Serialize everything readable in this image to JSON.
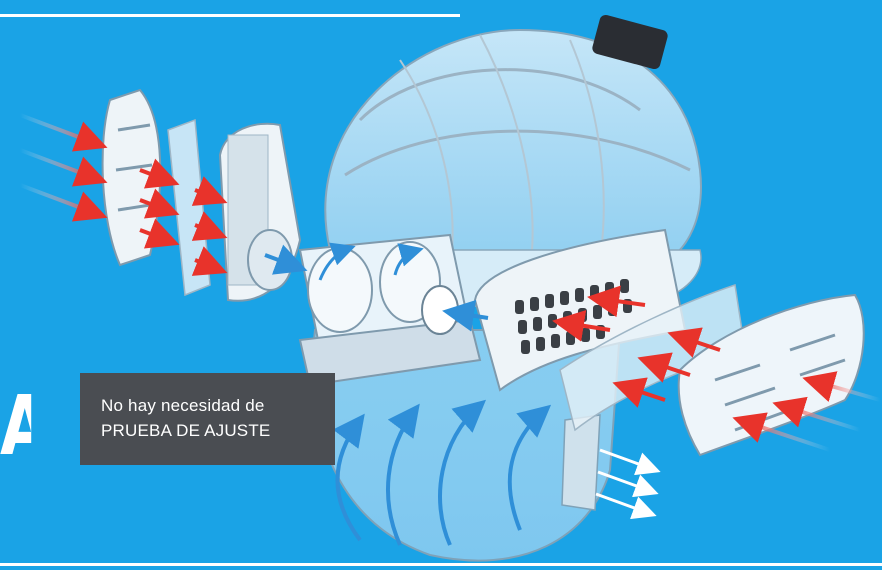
{
  "headline_fragment": "A",
  "callout": {
    "line1": "No hay necesidad de",
    "line2": "PRUEBA DE AJUSTE"
  },
  "colors": {
    "background": "#1aa3e6",
    "callout_box": "#4a4d52",
    "text": "#ffffff",
    "inflow_arrow": "#e8332b",
    "airflow_arrow": "#2f8fd8",
    "exhaust_arrow": "#ffffff"
  },
  "illustration": {
    "subject": "exploded-view-powered-respirator-helmet",
    "parts": [
      "filter-cover-left",
      "pre-filter-left",
      "filter-cartridge-left",
      "blower-unit",
      "filter-cartridge-right",
      "pre-filter-right",
      "filter-cover-right",
      "face-shield"
    ]
  }
}
